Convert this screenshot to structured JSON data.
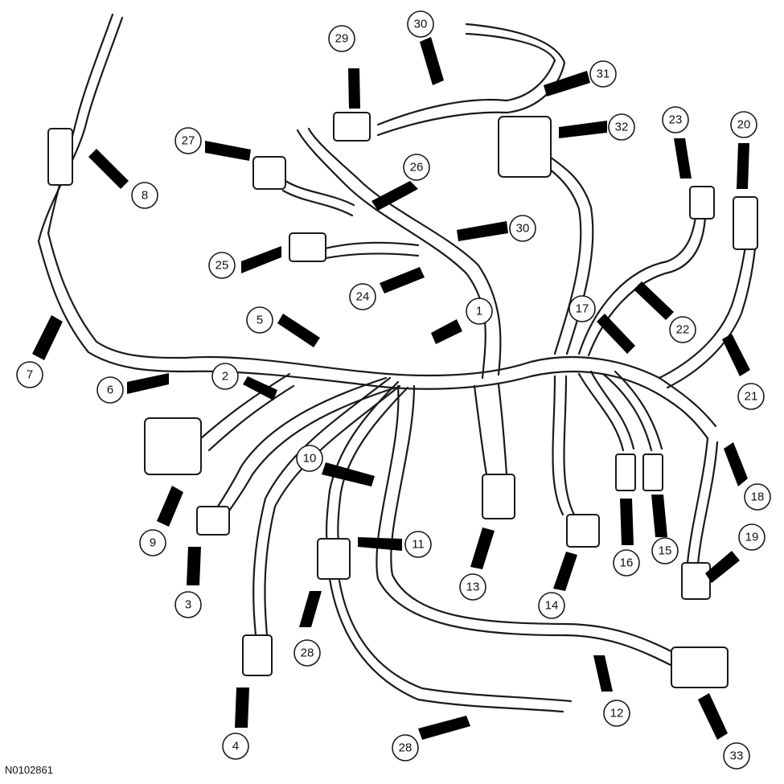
{
  "figure_id": "N0102861",
  "callouts": [
    {
      "label": "1"
    },
    {
      "label": "2"
    },
    {
      "label": "3"
    },
    {
      "label": "4"
    },
    {
      "label": "5"
    },
    {
      "label": "6"
    },
    {
      "label": "7"
    },
    {
      "label": "8"
    },
    {
      "label": "9"
    },
    {
      "label": "10"
    },
    {
      "label": "11"
    },
    {
      "label": "12"
    },
    {
      "label": "13"
    },
    {
      "label": "14"
    },
    {
      "label": "15"
    },
    {
      "label": "16"
    },
    {
      "label": "17"
    },
    {
      "label": "18"
    },
    {
      "label": "19"
    },
    {
      "label": "20"
    },
    {
      "label": "21"
    },
    {
      "label": "22"
    },
    {
      "label": "23"
    },
    {
      "label": "24"
    },
    {
      "label": "25"
    },
    {
      "label": "26"
    },
    {
      "label": "27"
    },
    {
      "label": "28"
    },
    {
      "label": "28"
    },
    {
      "label": "29"
    },
    {
      "label": "30"
    },
    {
      "label": "30"
    },
    {
      "label": "31"
    },
    {
      "label": "32"
    },
    {
      "label": "33"
    }
  ]
}
